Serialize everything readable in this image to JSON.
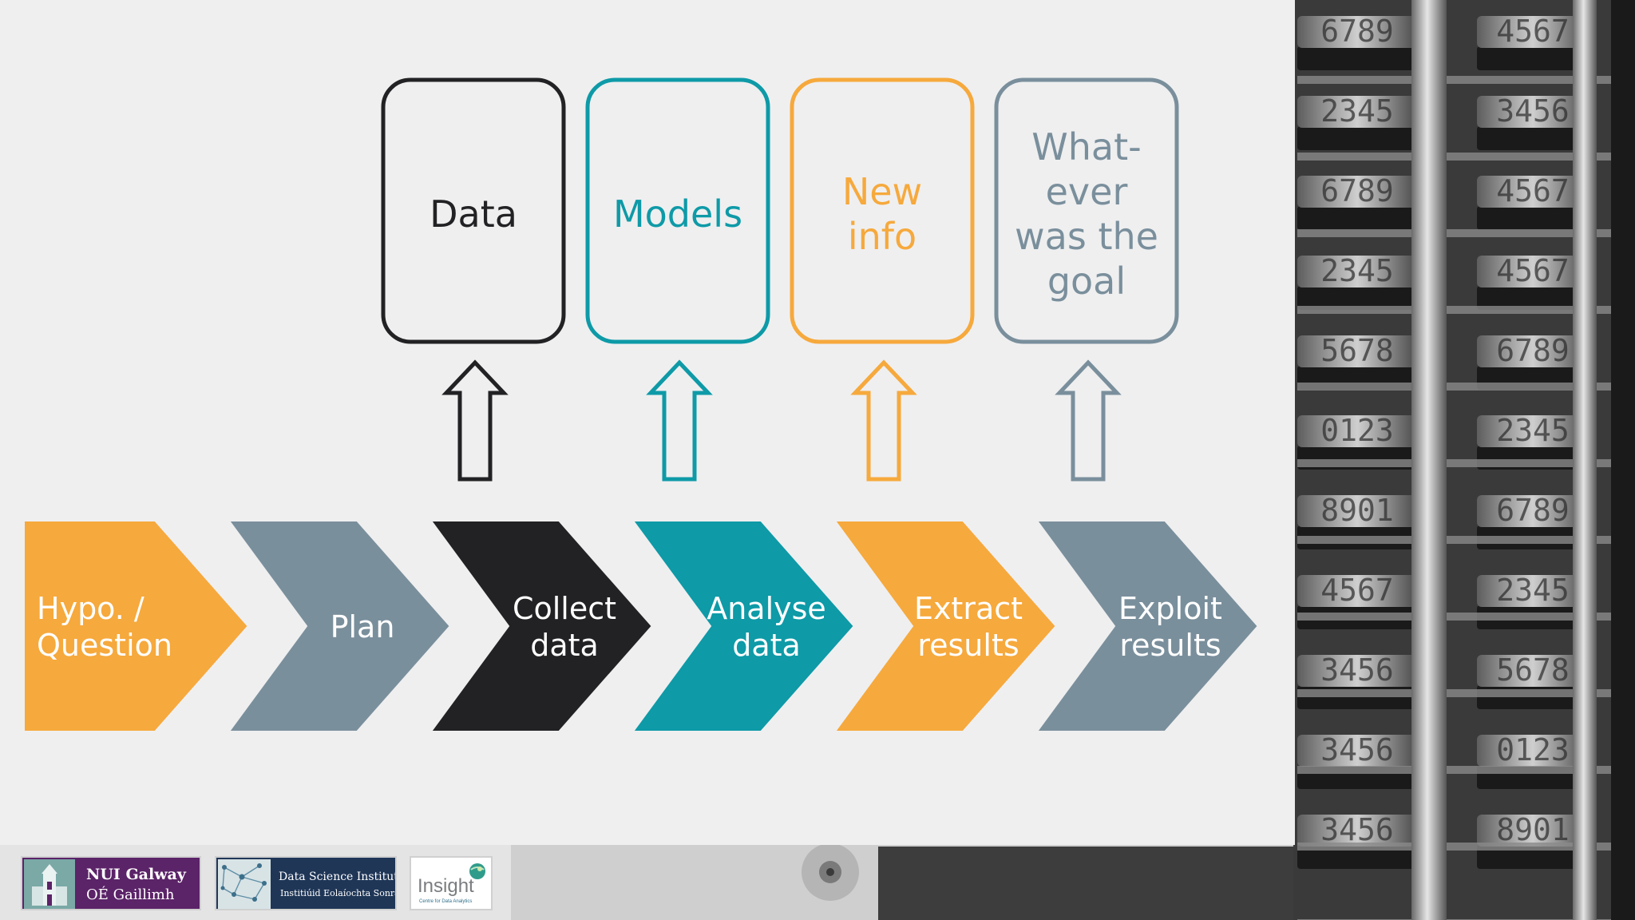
{
  "colors": {
    "panel": "#efeff0",
    "dark": "#222224",
    "teal": "#0e9aa7",
    "orange": "#f6a93c",
    "gray": "#7a8f9c",
    "text_white": "#ffffff",
    "nui_purple": "#5b2368",
    "dsi_navy": "#1f3657"
  },
  "boxes": [
    {
      "lines": [
        "Data"
      ],
      "color": "#222224",
      "arrow_icon": "up-arrow-icon"
    },
    {
      "lines": [
        "Models"
      ],
      "color": "#0e9aa7",
      "arrow_icon": "up-arrow-icon"
    },
    {
      "lines": [
        "New",
        "info"
      ],
      "color": "#f6a93c",
      "arrow_icon": "up-arrow-icon"
    },
    {
      "lines": [
        "What-",
        "ever",
        "was the",
        "goal"
      ],
      "color": "#7a8f9c",
      "arrow_icon": "up-arrow-icon"
    }
  ],
  "steps": [
    {
      "lines": [
        "Hypo. /",
        "Question"
      ],
      "fill": "#f6a93c",
      "align": "start"
    },
    {
      "lines": [
        "Plan"
      ],
      "fill": "#7a8f9c",
      "align": "middle"
    },
    {
      "lines": [
        "Collect",
        "data"
      ],
      "fill": "#222224",
      "align": "middle"
    },
    {
      "lines": [
        "Analyse",
        "data"
      ],
      "fill": "#0e9aa7",
      "align": "middle"
    },
    {
      "lines": [
        "Extract",
        "results"
      ],
      "fill": "#f6a93c",
      "align": "middle"
    },
    {
      "lines": [
        "Exploit",
        "results"
      ],
      "fill": "#7a8f9c",
      "align": "middle"
    }
  ],
  "logos": {
    "nui": {
      "line1": "NUI Galway",
      "line2": "OÉ Gaillimh",
      "icon": "university-tower-icon"
    },
    "dsi": {
      "line1": "Data Science Institute",
      "line2": "Institiúid Eolaíochta Sonraí",
      "icon": "network-icon"
    },
    "insight": {
      "name": "Insight",
      "tagline": "Centre for Data Analytics",
      "icon": "globe-icon"
    }
  },
  "background": {
    "image": "difference-engine-photo",
    "dial_digits": [
      "6789",
      "2345",
      "6789",
      "2345",
      "5678",
      "0123",
      "8901",
      "4567",
      "3456",
      "3456",
      "3456",
      "4567",
      "3456",
      "4567",
      "4567"
    ]
  }
}
